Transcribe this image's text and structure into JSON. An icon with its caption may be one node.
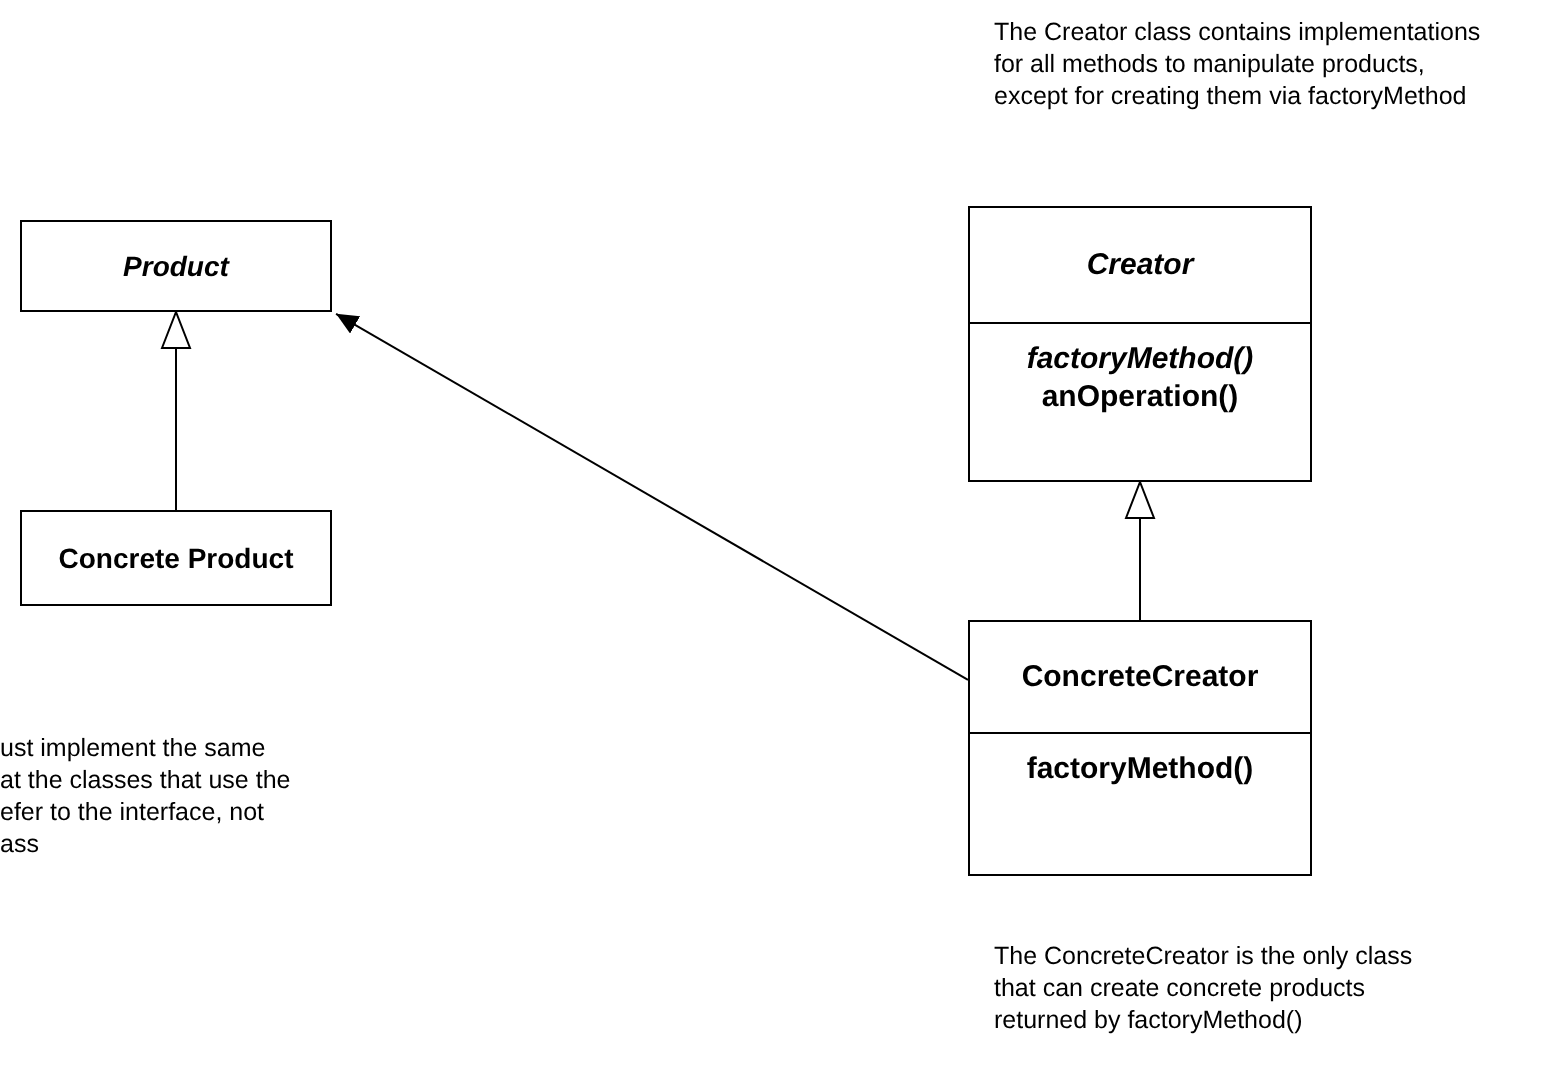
{
  "diagram": {
    "nodes": [
      {
        "text": [
          "Product"
        ]
      },
      {
        "text": [
          "Concrete Product"
        ]
      },
      {
        "text": [
          "Creator",
          "factoryMethod()",
          "anOperation()"
        ]
      },
      {
        "text": [
          "ConcreteCreator",
          "factoryMethod()"
        ]
      }
    ],
    "edges": [
      {
        "from": 1,
        "to": 0,
        "arrow": "to"
      },
      {
        "from": 3,
        "to": 2,
        "arrow": "to"
      },
      {
        "from": 3,
        "to": 0,
        "arrow": "to"
      }
    ],
    "labels": [
      "The Creator class contains implementations for all methods to manipulate products, except for creating them via factoryMethod",
      "ust implement the same",
      "at the classes that use the",
      "efer to the interface, not",
      "ass",
      "The ConcreteCreator is the only class that can create concrete products returned by factoryMethod()"
    ]
  }
}
